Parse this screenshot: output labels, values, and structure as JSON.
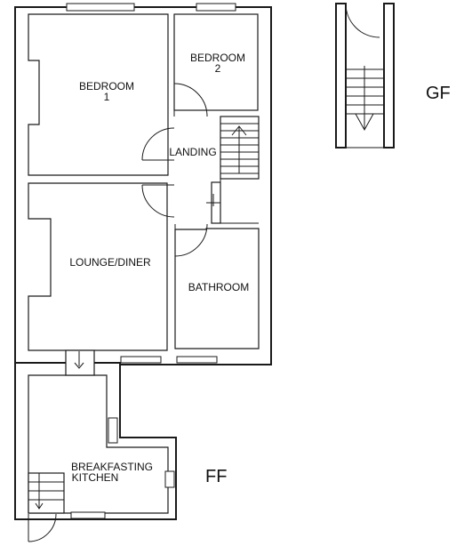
{
  "rooms": {
    "bedroom1": [
      "Bedroom",
      "1"
    ],
    "bedroom2": [
      "Bedroom",
      "2"
    ],
    "landing": "Landing",
    "lounge": "Lounge/Diner",
    "bathroom": "Bathroom",
    "kitchen": [
      "Breakfasting",
      "Kitchen"
    ]
  },
  "floors": {
    "ground": "GF",
    "first": "FF"
  }
}
